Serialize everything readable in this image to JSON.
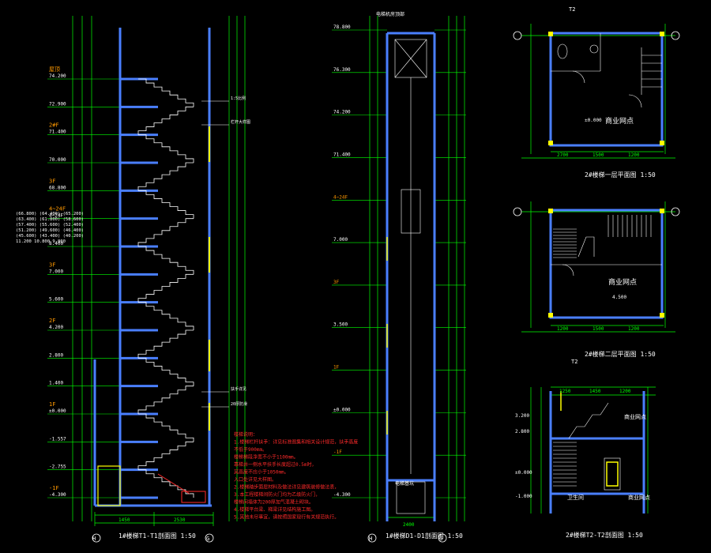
{
  "colors": {
    "background": "#000000",
    "dimension": "#00ff00",
    "wall": "#4a7fff",
    "stair": "#ffffff",
    "label": "#ffff00",
    "orange": "#ff9900",
    "red": "#ff2a2a",
    "magenta": "#ff33ff",
    "cyan": "#33ffff"
  },
  "section_t1": {
    "title": "1#楼梯T1-T1剖面图 1:50",
    "axis_left": "H",
    "axis_right": "G",
    "levels": [
      {
        "label": "74.200",
        "tag": "屋顶"
      },
      {
        "label": "72.900",
        "tag": ""
      },
      {
        "label": "71.400",
        "tag": "2#F"
      },
      {
        "label": "70.000",
        "tag": ""
      },
      {
        "label": "68.800",
        "tag": "3F"
      },
      {
        "label": "4~24F",
        "tag": "4~24F"
      },
      {
        "label": "8.400",
        "tag": ""
      },
      {
        "label": "7.000",
        "tag": "3F"
      },
      {
        "label": "5.600",
        "tag": ""
      },
      {
        "label": "4.200",
        "tag": "2F"
      },
      {
        "label": "2.800",
        "tag": ""
      },
      {
        "label": "1.400",
        "tag": ""
      },
      {
        "label": "±0.000",
        "tag": "1F"
      },
      {
        "label": "-1.557",
        "tag": ""
      },
      {
        "label": "-2.755",
        "tag": ""
      },
      {
        "label": "-4.300",
        "tag": "-1F"
      }
    ],
    "level_table": [
      "(66.800) (64.400) (65.200)",
      "(63.400) (61.800) (58.600)",
      "(57.400) (55.600) (52.400)",
      "(51.200) (49.600) (46.400)",
      "(45.600) (43.400) (40.200)",
      "11.200 10.800  9.800"
    ],
    "dim_bottom": [
      "1450",
      "2530"
    ],
    "notes": [
      "楼梯说明：",
      "1.楼梯栏杆扶手：详见标准图集和相关设计规范，扶手高度",
      "  不低于900mm。",
      "  楼梯梯段净宽不小于1100mm。",
      "  靠梯井一侧水平扶手长度超过0.5m时，",
      "  其高度不应小于1050mm。",
      "  入口处详见大样图。",
      "2.楼梯踏步面层材料及做法详见建筑装修做法表，",
      "3.本工程楼梯间防火门均为乙级防火门，",
      "  楼梯间墙体为200厚加气混凝土砌块。",
      "4.楼梯平台梁、梯梁详见结构施工图。",
      "5.其他未尽事宜，请按照国家现行有关规范执行。"
    ],
    "callouts": [
      "1:5比例",
      "栏杆大样图",
      "扶手详见",
      "20厚防滑"
    ]
  },
  "section_d1": {
    "title": "1#楼梯D1-D1剖面图 1:50",
    "axis_left": "H",
    "axis_right": "G",
    "top_note": "电梯机房顶部",
    "levels": [
      "78.800",
      "76.300",
      "74.200",
      "71.400",
      "4~24F",
      "7.000",
      "3F",
      "3.500",
      "1F",
      "±0.000",
      "-1F",
      "-4.300"
    ],
    "pit_note": "电梯基坑",
    "dim_bottom": "2400"
  },
  "plan_upper": {
    "title": "2#楼梯一层平面图 1:50",
    "room_label": "商业网点",
    "axis_top": "T2",
    "elev": "±0.000",
    "dims_bottom": [
      "2700",
      "1500",
      "1200"
    ]
  },
  "plan_middle": {
    "title": "2#楼梯二层平面图 1:50",
    "room_label": "商业网点",
    "axis_bottom": "T2",
    "elev": "4.500",
    "dims_bottom": [
      "1200",
      "1500",
      "1200"
    ]
  },
  "section_t2": {
    "title": "2#楼梯T2-T2剖面图 1:50",
    "room_labels": [
      "商业网点",
      "商业网点",
      "卫生间"
    ],
    "levels": [
      "3.200",
      "2.800",
      "±0.000",
      "-1.000"
    ],
    "dims_top": [
      "1250",
      "1450",
      "1200"
    ]
  }
}
